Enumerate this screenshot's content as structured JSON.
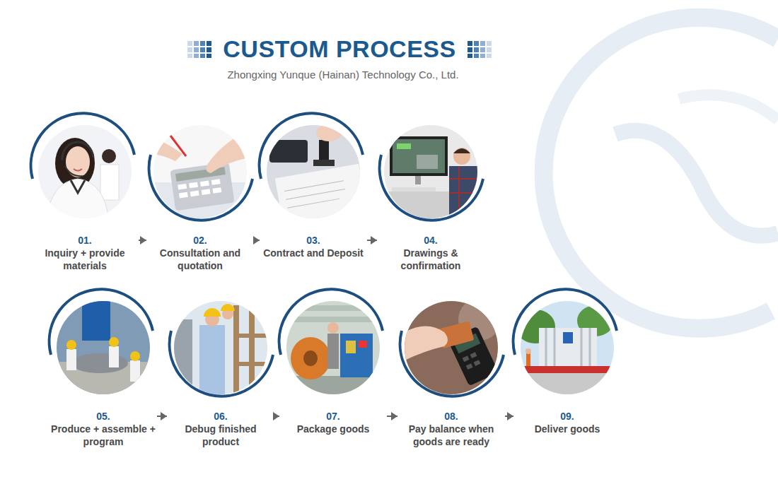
{
  "diagram": {
    "title": "CUSTOM PROCESS",
    "caption": "Zhongxing Yunque (Hainan) Technology Co., Ltd.",
    "nodes": [
      {
        "text": [
          "01.",
          "Inquiry + provide materials"
        ]
      },
      {
        "text": [
          "02.",
          "Consultation and quotation"
        ]
      },
      {
        "text": [
          "03.",
          "Contract and Deposit"
        ]
      },
      {
        "text": [
          "04.",
          "Drawings & confirmation"
        ]
      },
      {
        "text": [
          "05.",
          "Produce + assemble + program"
        ]
      },
      {
        "text": [
          "06.",
          "Debug finished product"
        ]
      },
      {
        "text": [
          "07.",
          "Package goods"
        ]
      },
      {
        "text": [
          "08.",
          "Pay balance when goods are ready"
        ]
      },
      {
        "text": [
          "09.",
          "Deliver goods"
        ]
      }
    ],
    "edges": [
      {
        "from": 0,
        "to": 1,
        "arrow": "to"
      },
      {
        "from": 1,
        "to": 2,
        "arrow": "to"
      },
      {
        "from": 2,
        "to": 3,
        "arrow": "to"
      },
      {
        "from": 4,
        "to": 5,
        "arrow": "to"
      },
      {
        "from": 5,
        "to": 6,
        "arrow": "to"
      },
      {
        "from": 6,
        "to": 7,
        "arrow": "to"
      },
      {
        "from": 7,
        "to": 8,
        "arrow": "to"
      }
    ]
  }
}
